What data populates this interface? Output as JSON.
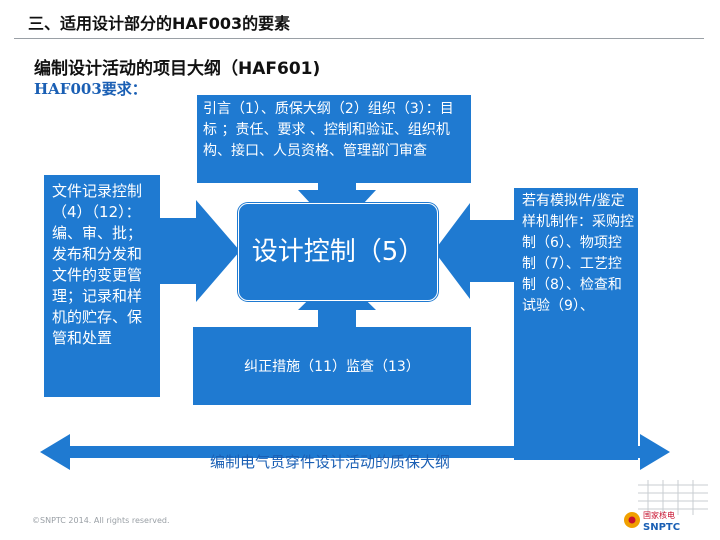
{
  "header": {
    "section_title": "三、适用设计部分的HAF003的要素",
    "subtitle": "编制设计活动的项目大纲（HAF601)",
    "requirement": "HAF003要求："
  },
  "diagram": {
    "left_box": "文件记录控制（4）（12）：编、审、批；发布和分发和文件的变更管理；记录和样机的贮存、保管和处置",
    "top_box": "引言（1）、质保大纲（2）组织（3）：目标 ；责任、要求 、控制和验证、组织机构、接口、人员资格、管理部门审查",
    "center_box": "设计控制（5）",
    "right_box": "若有模拟件/鉴定样机制作：采购控制（6）、物项控制（7）、工艺控制（8）、检查和试验（9）、",
    "bottom_box": "纠正措施（11）监查（13）",
    "bottom_arrow_label": "编制电气贯穿件设计活动的质保大纲"
  },
  "footer": {
    "copyright": "©SNPTC 2014. All rights reserved.",
    "logo_text": "国家核电",
    "logo_brand": "SNPTC"
  },
  "colors": {
    "box_blue": "#1f7ad1",
    "arrow_blue": "#1f7ad1",
    "link_blue": "#1a5fb4"
  }
}
